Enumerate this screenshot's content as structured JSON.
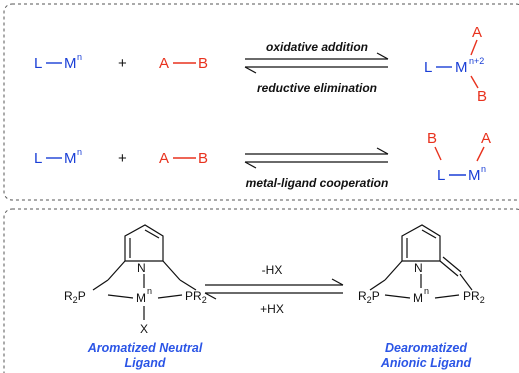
{
  "panel1": {
    "row1": {
      "left_L": "L",
      "left_M": "M",
      "left_n": "n",
      "plus": "+",
      "A": "A",
      "B": "B",
      "forward_label": "oxidative addition",
      "reverse_label": "reductive elimination",
      "prod_L": "L",
      "prod_M": "M",
      "prod_sup": "n+2",
      "prod_A": "A",
      "prod_B": "B"
    },
    "row2": {
      "left_L": "L",
      "left_M": "M",
      "left_n": "n",
      "plus": "+",
      "A": "A",
      "B": "B",
      "label": "metal-ligand cooperation",
      "prod_L": "L",
      "prod_M": "M",
      "prod_sup": "n",
      "prod_A": "A",
      "prod_B": "B"
    }
  },
  "panel2": {
    "left": {
      "N": "N",
      "M": "M",
      "n": "n",
      "P_left": "R2P",
      "P_right": "PR2",
      "X": "X",
      "caption_line1": "Aromatized Neutral",
      "caption_line2": "Ligand"
    },
    "right": {
      "N": "N",
      "M": "M",
      "n": "n",
      "P_left": "R2P",
      "P_right": "PR2",
      "caption_line1": "Dearomatized",
      "caption_line2": "Anionic Ligand"
    },
    "forward": "-HX",
    "reverse": "+HX"
  },
  "colors": {
    "metal_ligand": "#1a3fd6",
    "substrate": "#e8321e",
    "caption": "#2b55e6"
  }
}
